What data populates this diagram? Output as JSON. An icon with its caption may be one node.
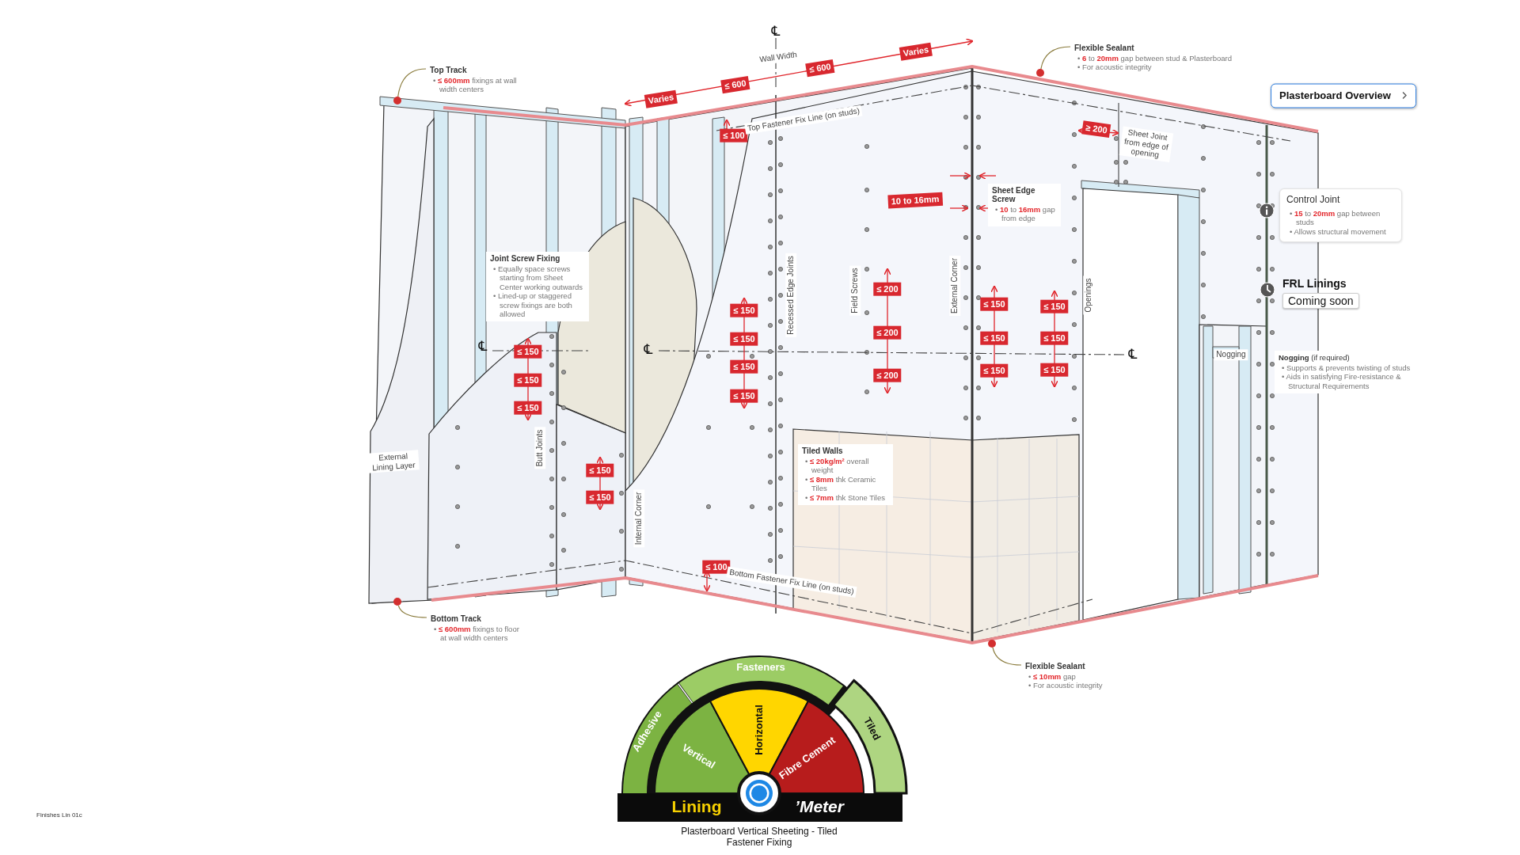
{
  "diagram": {
    "caption": "Plasterboard Vertical Sheeting - Tiled Fastener Fixing",
    "nodes": [
      {
        "text": [
          "Top Track",
          "• **≤ 600mm** fixings at wall width centers"
        ]
      },
      {
        "text": [],
        "shape": "circle"
      },
      {
        "text": [
          "Flexible Sealant",
          "• **6** to **20mm** gap between stud & Plasterboard",
          "• For acoustic integrity"
        ]
      },
      {
        "text": [],
        "shape": "circle"
      },
      {
        "text": [
          "Control Joint",
          "• **15** to **20mm** gap between studs",
          "• Allows structural movement"
        ]
      },
      {
        "text": [
          "Sheet Edge Screw",
          "• **10** to **16mm** gap from edge"
        ]
      },
      {
        "text": [
          "Joint Screw Fixing",
          "• Equally space screws starting from Sheet Center working outwards",
          "• Lined-up or staggered screw fixings are both allowed"
        ]
      },
      {
        "text": [
          "Coming soon"
        ],
        "beside": [
          "FRL Linings"
        ]
      },
      {
        "text": [
          "**Nogging** (if required)",
          "• Supports & prevents twisting of studs",
          "• Aids in satisfying Fire-resistance & Structural Requirements"
        ]
      },
      {
        "text": [
          "Tiled Walls",
          "• **≤ 20kg/m²** overall weight",
          "• **≤ 8mm** thk Ceramic Tiles",
          "• **≤ 7mm** thk Stone Tiles"
        ]
      },
      {
        "text": [
          "Bottom Track",
          "• **≤ 600mm** fixings to floor at wall width centers"
        ]
      },
      {
        "text": [],
        "shape": "circle"
      },
      {
        "text": [
          "Flexible Sealant",
          "• **≤ 10mm** gap",
          "• For acoustic integrity"
        ]
      },
      {
        "text": [],
        "shape": "circle"
      }
    ],
    "edges": [
      {
        "from": 0,
        "to": 1,
        "arrow": "none"
      },
      {
        "from": 2,
        "to": 3,
        "arrow": "none"
      },
      {
        "from": 10,
        "to": 11,
        "arrow": "none"
      },
      {
        "from": 12,
        "to": 13,
        "arrow": "none"
      }
    ],
    "labels": [
      "℄",
      "Wall Width",
      "Varies",
      "≤ 600",
      "≤ 600",
      "Varies",
      "Plasterboard Overview",
      "≤ 100",
      "Top Fastener Fix Line (on studs)",
      "≥ 200",
      "Sheet Joint from edge of opening",
      "10 to 16mm",
      "≤ 150",
      "Recessed Edge Joints",
      "Field Screws",
      "≤ 200",
      "External Corner",
      "≤ 150",
      "≤ 150",
      "Openings",
      "≤ 150",
      "≤ 200",
      "≤ 150",
      "≤ 150",
      "℄",
      "≤ 150",
      "℄",
      "℄",
      "Nogging",
      "≤ 150",
      "≤ 150",
      "≤ 200",
      "≤ 150",
      "≤ 150",
      "≤ 150",
      "≤ 150",
      "External Lining Layer",
      "Butt Joints",
      "≤ 150",
      "≤ 150",
      "Internal Corner",
      "≤ 100",
      "Bottom Fastener Fix Line (on studs)",
      "Fasteners",
      "Adhesive",
      "Horizontal",
      "Tiled",
      "Vertical",
      "Fibre Cement",
      "Lining",
      "’Meter",
      "Finishes Lin 01c"
    ]
  }
}
